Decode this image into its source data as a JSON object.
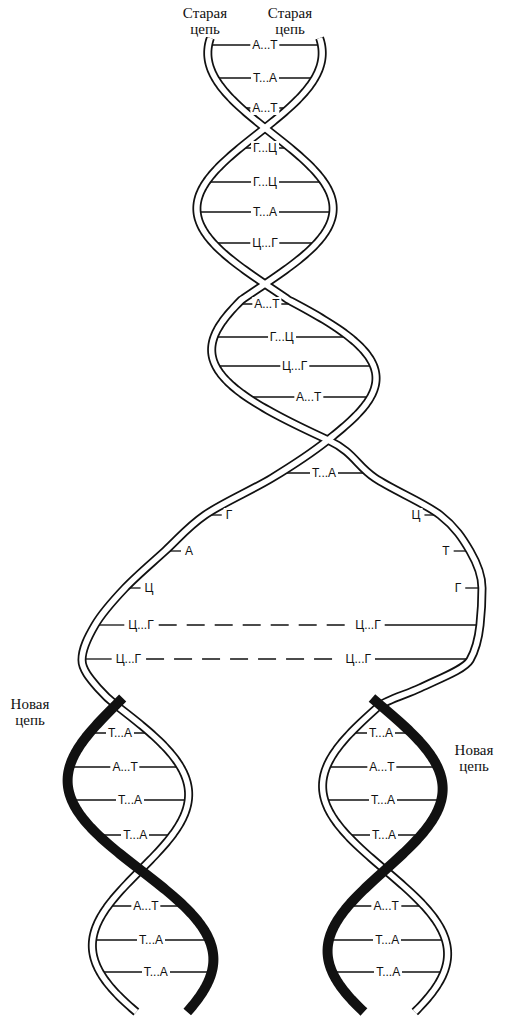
{
  "diagram": {
    "labels": [
      "Старая цепь",
      "Старая цепь",
      "А...Т",
      "Т...А",
      "А...Т",
      "Г...Ц",
      "Г...Ц",
      "Т...А",
      "Ц...Г",
      "А...Т",
      "Г...Ц",
      "Ц...Г",
      "А...Т",
      "Т...А",
      "Г",
      "Ц",
      "А",
      "Т",
      "Ц",
      "Г",
      "Ц...Г",
      "Ц...Г",
      "Ц...Г",
      "Ц...Г",
      "Новая цепь",
      "Новая цепь",
      "Т...А",
      "Т...А",
      "А...Т",
      "А...Т",
      "Т...А",
      "Т...А",
      "Т...А",
      "Т...А",
      "А...Т",
      "А...Т",
      "Т...А",
      "Т...А",
      "Т...А",
      "Т...А"
    ]
  }
}
